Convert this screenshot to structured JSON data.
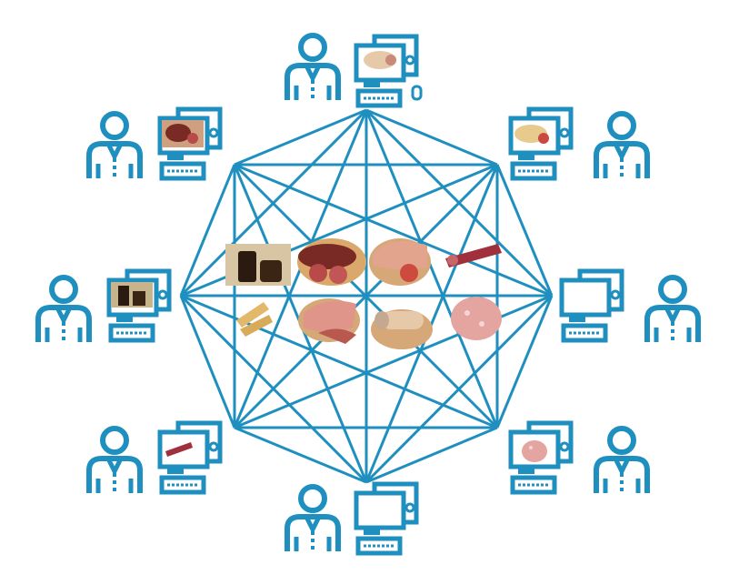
{
  "diagram": {
    "type": "fully-connected-network",
    "line_color": "#1f8fbf",
    "node_count": 8,
    "nodes": [
      {
        "id": "n-top",
        "screen": "sliced-meat-roll",
        "has_mouse": true
      },
      {
        "id": "n-top-right",
        "screen": "ham-and-salami"
      },
      {
        "id": "n-right",
        "screen": ""
      },
      {
        "id": "n-bottom-right",
        "screen": "mortadella"
      },
      {
        "id": "n-bottom",
        "screen": ""
      },
      {
        "id": "n-bottom-left",
        "screen": "salami-slices"
      },
      {
        "id": "n-left",
        "screen": "traditional-balsamic-vinegar"
      },
      {
        "id": "n-top-left",
        "screen": "cured-salami"
      }
    ],
    "center_products": [
      "balsamic-vinegar",
      "salami",
      "prosciutto-with-slices",
      "salami-stick",
      "breadsticks",
      "prosciutto-slices",
      "meat-roll",
      "mortadella"
    ]
  }
}
